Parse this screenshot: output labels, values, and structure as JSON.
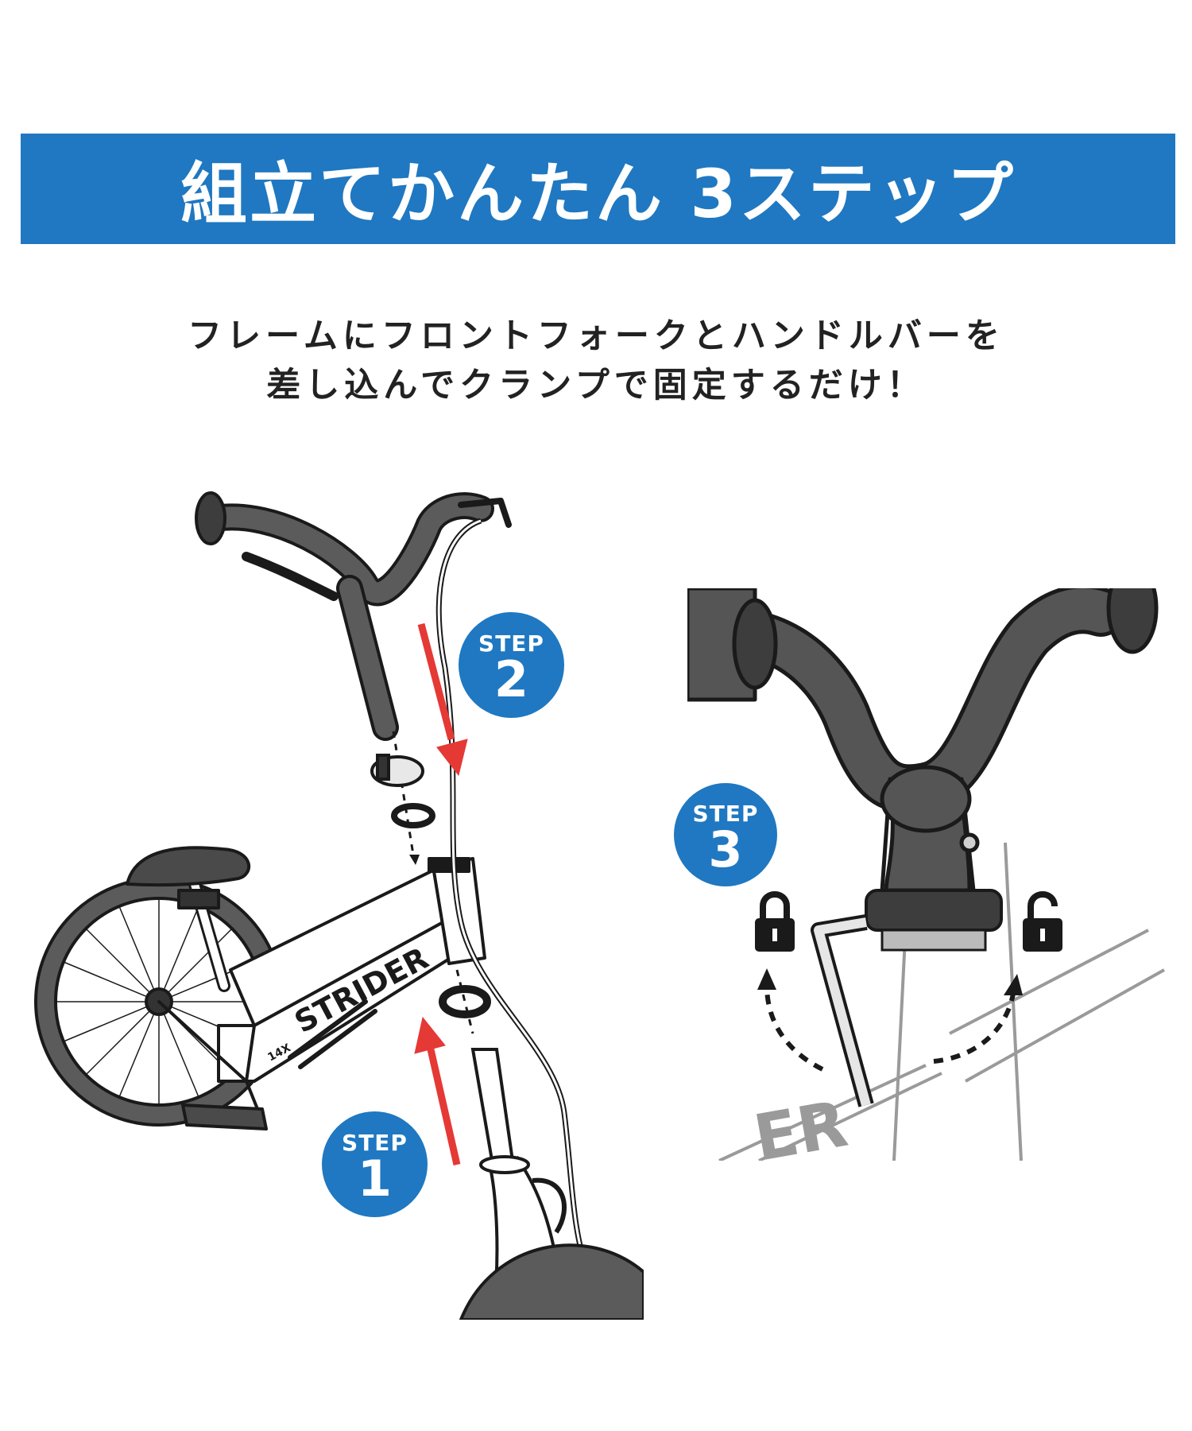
{
  "header": {
    "title": "組立てかんたん 3ステップ"
  },
  "description": {
    "line1": "フレームにフロントフォークとハンドルバーを",
    "line2": "差し込んでクランプで固定するだけ！"
  },
  "steps": [
    {
      "word": "STEP",
      "number": "1"
    },
    {
      "word": "STEP",
      "number": "2"
    },
    {
      "word": "STEP",
      "number": "3"
    }
  ],
  "bike": {
    "brand": "STRIDER",
    "model": "14X"
  },
  "colors": {
    "banner": "#1f78c1",
    "badge": "#1f78c1",
    "arrow": "#e53935",
    "tire": "#5b5b5b",
    "line": "#1a1a1a"
  },
  "icons": [
    "lock-closed-icon",
    "lock-open-icon",
    "arrow-up-icon",
    "arrow-down-icon",
    "hex-key-icon"
  ]
}
